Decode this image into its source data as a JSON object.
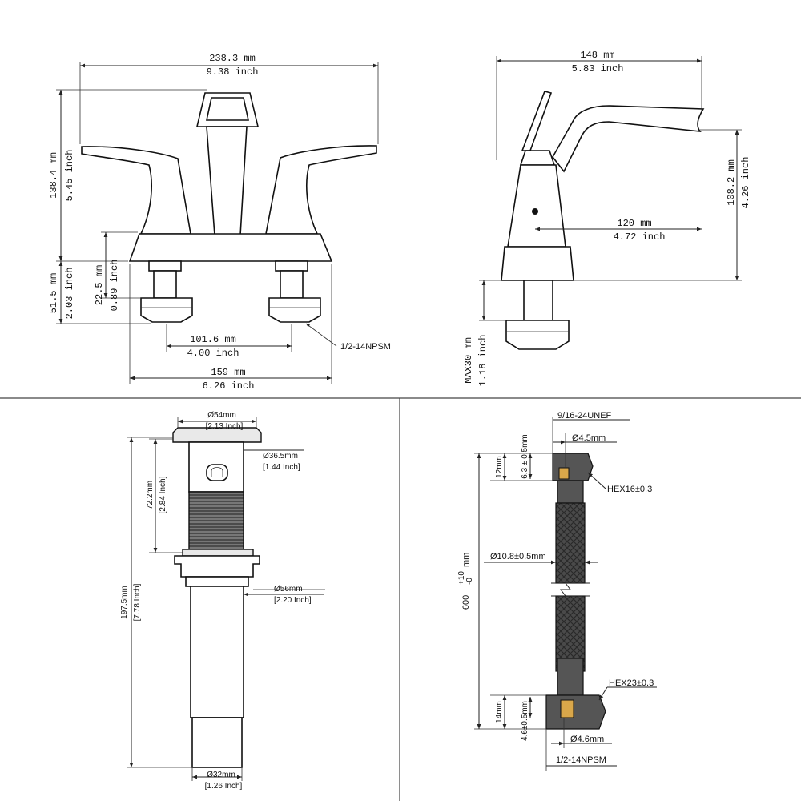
{
  "front_view": {
    "width_mm": "238.3 mm",
    "width_in": "9.38 inch",
    "height_mm": "138.4 mm",
    "height_in": "5.45 inch",
    "shank_mm": "51.5 mm",
    "shank_in": "2.03 inch",
    "shank_short_mm": "22.5 mm",
    "shank_short_in": "0.89 inch",
    "center_mm": "101.6 mm",
    "center_in": "4.00 inch",
    "base_mm": "159 mm",
    "base_in": "6.26 inch",
    "thread": "1/2-14NPSM"
  },
  "side_view": {
    "depth_mm": "148 mm",
    "depth_in": "5.83 inch",
    "spout_height_mm": "108.2 mm",
    "spout_height_in": "4.26 inch",
    "reach_mm": "120 mm",
    "reach_in": "4.72 inch",
    "max_deck_mm": "MAX30 mm",
    "max_deck_in": "1.18 inch"
  },
  "drain": {
    "cap_dia": "Ø54mm",
    "cap_dia_in": "[2.13 Inch]",
    "body_dia": "Ø36.5mm",
    "body_dia_in": "[1.44 Inch]",
    "upper_len": "72.2mm",
    "upper_len_in": "[2.84 Inch]",
    "flange_dia": "Ø56mm",
    "flange_dia_in": "[2.20 Inch]",
    "total_len": "197.5mm",
    "total_len_in": "[7.78 Inch]",
    "tail_dia": "Ø32mm",
    "tail_dia_in": "[1.26 Inch]"
  },
  "hose": {
    "top_thread": "9/16-24UNEF",
    "top_bore": "Ø4.5mm",
    "top_nut_len": "12mm",
    "top_depth": "6.3 ± 0.5mm",
    "top_hex": "HEX16±0.3",
    "hose_dia": "Ø10.8±0.5mm",
    "length_main": "600",
    "length_tol_plus": "+10",
    "length_tol_minus": "-0",
    "length_unit": "mm",
    "bottom_hex": "HEX23±0.3",
    "bottom_nut_len": "14mm",
    "bottom_depth": "4.6±0.5mm",
    "bottom_bore": "Ø4.6mm",
    "bottom_thread": "1/2-14NPSM"
  }
}
